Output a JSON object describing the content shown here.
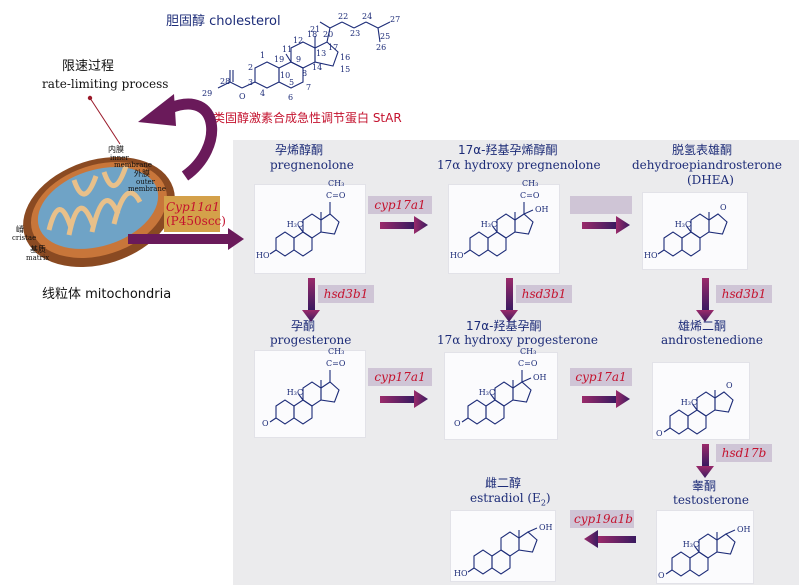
{
  "cholesterol": {
    "label": "胆固醇 cholesterol",
    "atoms": [
      "21",
      "20",
      "22",
      "23",
      "24",
      "25",
      "26",
      "27",
      "18",
      "12",
      "17",
      "16",
      "11",
      "13",
      "19",
      "1",
      "9",
      "14",
      "15",
      "2",
      "10",
      "8",
      "3",
      "5",
      "7",
      "4",
      "6",
      "29",
      "28",
      "O"
    ]
  },
  "star_label": "类固醇激素合成急性调节蛋白 StAR",
  "rate_limiting": {
    "zh": "限速过程",
    "en": "rate-limiting process"
  },
  "mitochondria": {
    "label": "线粒体 mitochondria",
    "inner_membrane": [
      "内膜",
      "inner",
      "membrane"
    ],
    "outer_membrane": [
      "外膜",
      "outer",
      "membrane"
    ],
    "cristae": [
      "嵴",
      "cristae"
    ],
    "matrix": [
      "基质",
      "matrix"
    ]
  },
  "enzyme_first": {
    "name": "Cyp11a1",
    "alt": "(P450scc)"
  },
  "compounds": {
    "pregnenolone": {
      "zh": "孕烯醇酮",
      "en": "pregnenolone"
    },
    "oh_pregnenolone": {
      "zh": "17α-羟基孕烯醇酮",
      "en": "17α hydroxy pregnenolone"
    },
    "dhea": {
      "zh": "脱氢表雄酮",
      "en": "dehydroepiandrosterone",
      "abbr": "(DHEA)"
    },
    "progesterone": {
      "zh": "孕酮",
      "en": "progesterone"
    },
    "oh_progesterone": {
      "zh": "17α-羟基孕酮",
      "en": "17α hydroxy progesterone"
    },
    "androstenedione": {
      "zh": "雄烯二酮",
      "en": "androstenedione"
    },
    "testosterone": {
      "zh": "睾酮",
      "en": "testosterone"
    },
    "estradiol": {
      "zh": "雌二醇",
      "en": "estradiol (E",
      "sub": "2",
      "close": ")"
    }
  },
  "enzymes": {
    "cyp17a1_1": "cyp17a1",
    "cyp17a1_2": "cyp17a1",
    "cyp17a1_3": "cyp17a1",
    "hsd3b1_1": "hsd3b1",
    "hsd3b1_2": "hsd3b1",
    "hsd3b1_3": "hsd3b1",
    "hsd17b": "hsd17b",
    "cyp19a1b": "cyp19a1b"
  },
  "struct_text": {
    "ch3": "CH",
    "h3c": "H",
    "c_o": "C=O",
    "oh": "OH",
    "ho": "HO",
    "o": "O"
  },
  "colors": {
    "arrow": "#6a1a5a",
    "enzyme_text": "#c4122e",
    "text": "#1d2c78",
    "panel": "#ebebed"
  }
}
